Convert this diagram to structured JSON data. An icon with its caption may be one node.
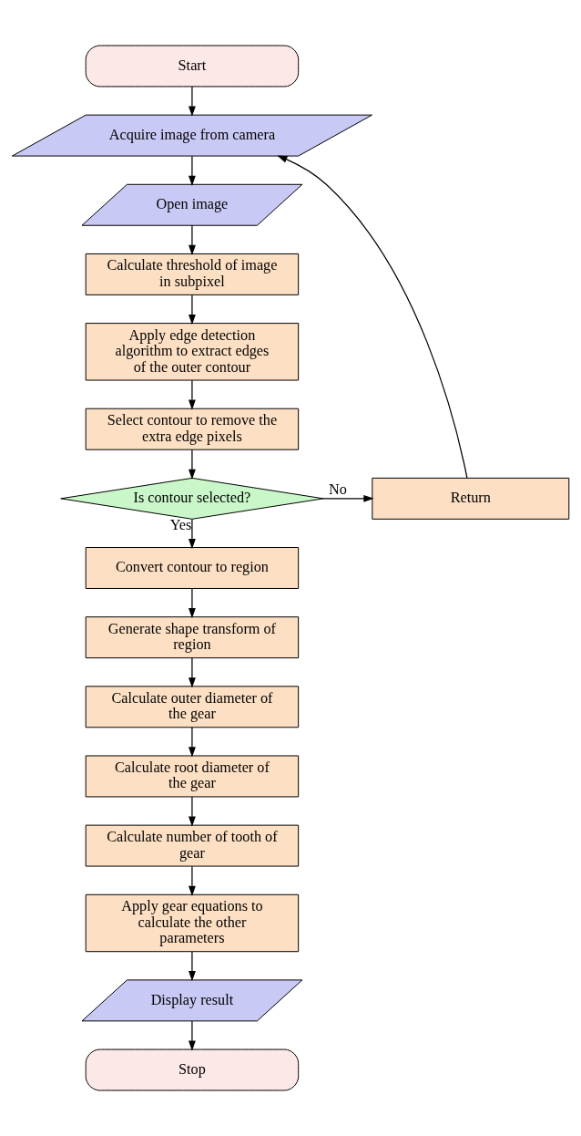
{
  "diagram": {
    "nodes": [
      {
        "text": [
          "Start"
        ]
      },
      {
        "text": [
          "Acquire image from camera"
        ]
      },
      {
        "text": [
          "Open image"
        ]
      },
      {
        "text": [
          "Calculate threshold of image in subpixel"
        ]
      },
      {
        "text": [
          "Apply edge detection algorithm to extract edges of the outer contour"
        ]
      },
      {
        "text": [
          "Select contour to remove the extra edge pixels"
        ]
      },
      {
        "text": [
          "Is contour selected?"
        ]
      },
      {
        "text": [
          "Return"
        ]
      },
      {
        "text": [
          "Convert contour to region"
        ]
      },
      {
        "text": [
          "Generate shape transform of region"
        ]
      },
      {
        "text": [
          "Calculate outer diameter of the gear"
        ]
      },
      {
        "text": [
          "Calculate root diameter of the gear"
        ]
      },
      {
        "text": [
          "Calculate number of tooth of gear"
        ]
      },
      {
        "text": [
          "Apply gear equations to calculate the other parameters"
        ]
      },
      {
        "text": [
          "Display result"
        ]
      },
      {
        "text": [
          "Stop"
        ]
      }
    ],
    "edges": [
      {
        "from": 0,
        "to": 1,
        "arrow": "to"
      },
      {
        "from": 1,
        "to": 2,
        "arrow": "to"
      },
      {
        "from": 2,
        "to": 3,
        "arrow": "to"
      },
      {
        "from": 3,
        "to": 4,
        "arrow": "to"
      },
      {
        "from": 4,
        "to": 5,
        "arrow": "to"
      },
      {
        "from": 5,
        "to": 6,
        "arrow": "to"
      },
      {
        "from": 6,
        "to": 7,
        "arrow": "to",
        "label": "No"
      },
      {
        "from": 7,
        "to": 1,
        "arrow": "to"
      },
      {
        "from": 6,
        "to": 8,
        "arrow": "to",
        "label": "Yes"
      },
      {
        "from": 8,
        "to": 9,
        "arrow": "to"
      },
      {
        "from": 9,
        "to": 10,
        "arrow": "to"
      },
      {
        "from": 10,
        "to": 11,
        "arrow": "to"
      },
      {
        "from": 11,
        "to": 12,
        "arrow": "to"
      },
      {
        "from": 12,
        "to": 13,
        "arrow": "to"
      },
      {
        "from": 13,
        "to": 14,
        "arrow": "to"
      },
      {
        "from": 14,
        "to": 15,
        "arrow": "to"
      }
    ]
  }
}
